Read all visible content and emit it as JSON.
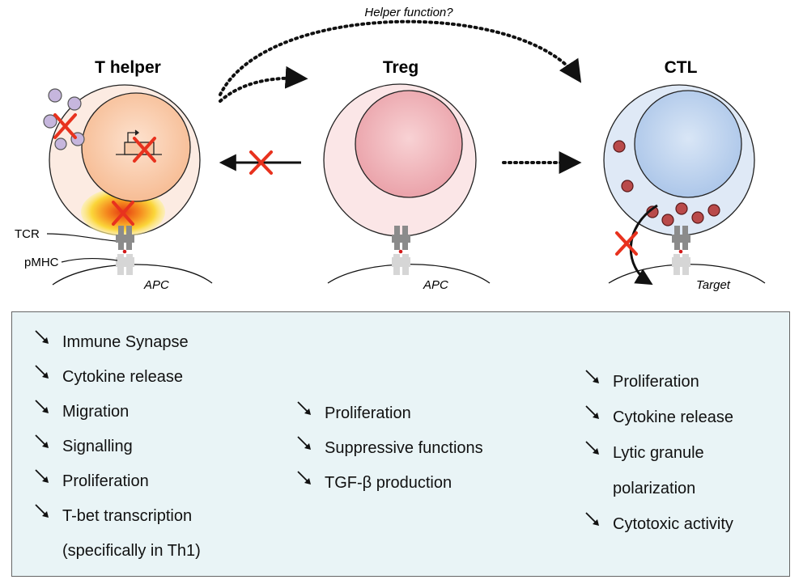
{
  "diagram": {
    "helper_function_label": "Helper function?",
    "cells": {
      "t_helper": {
        "title": "T helper",
        "tcr_label": "TCR",
        "pmhc_label": "pMHC",
        "surface_label": "APC"
      },
      "treg": {
        "title": "Treg",
        "surface_label": "APC"
      },
      "ctl": {
        "title": "CTL",
        "surface_label": "Target"
      }
    }
  },
  "effects": {
    "t_helper": [
      {
        "text": "Immune Synapse"
      },
      {
        "text": "Cytokine release"
      },
      {
        "text": "Migration"
      },
      {
        "text": "Signalling"
      },
      {
        "text": "Proliferation"
      },
      {
        "text": "T-bet transcription",
        "continuation": "(specifically in Th1)"
      }
    ],
    "treg": [
      {
        "text": "Proliferation"
      },
      {
        "text": "Suppressive functions"
      },
      {
        "text": "TGF-β production"
      }
    ],
    "ctl": [
      {
        "text": "Proliferation"
      },
      {
        "text": "Cytokine release"
      },
      {
        "text": "Lytic granule",
        "continuation": "polarization"
      },
      {
        "text": "Cytotoxic activity"
      }
    ]
  },
  "colors": {
    "x_mark": "#e8321e",
    "panel_bg": "#e9f4f6",
    "t_helper_body": "#fcebe2",
    "t_helper_nucleus": "#fac9a6",
    "treg_body": "#fbe6e7",
    "treg_nucleus": "#f0b3b8",
    "ctl_body": "#dfe9f6",
    "ctl_nucleus": "#bcd3ee",
    "granule": "#b94a4a"
  }
}
